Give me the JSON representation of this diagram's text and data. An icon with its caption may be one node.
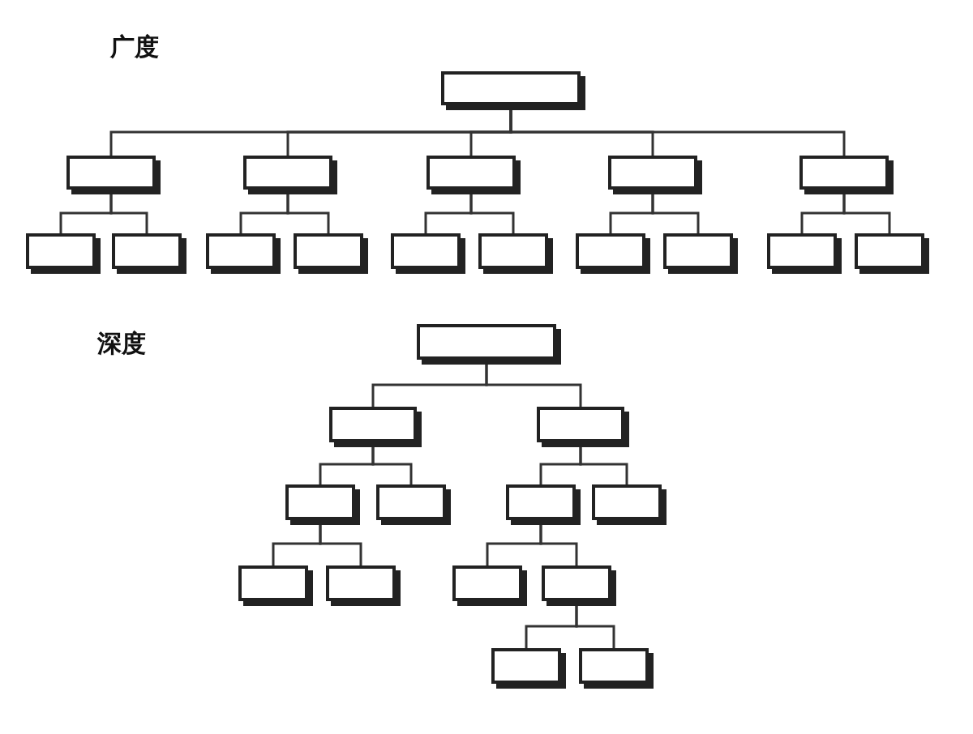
{
  "diagram": {
    "nodes": [
      {
        "text": [],
        "shape": "box"
      },
      {
        "text": [],
        "shape": "box"
      },
      {
        "text": [],
        "shape": "box"
      },
      {
        "text": [],
        "shape": "box"
      },
      {
        "text": [],
        "shape": "box"
      },
      {
        "text": [],
        "shape": "box"
      },
      {
        "text": [],
        "shape": "box"
      },
      {
        "text": [],
        "shape": "box"
      },
      {
        "text": [],
        "shape": "box"
      },
      {
        "text": [],
        "shape": "box"
      },
      {
        "text": [],
        "shape": "box"
      },
      {
        "text": [],
        "shape": "box"
      },
      {
        "text": [],
        "shape": "box"
      },
      {
        "text": [],
        "shape": "box"
      },
      {
        "text": [],
        "shape": "box"
      },
      {
        "text": [],
        "shape": "box"
      },
      {
        "text": [],
        "shape": "box"
      },
      {
        "text": [],
        "shape": "box"
      },
      {
        "text": [],
        "shape": "box"
      },
      {
        "text": [],
        "shape": "box"
      },
      {
        "text": [],
        "shape": "box"
      },
      {
        "text": [],
        "shape": "box"
      },
      {
        "text": [],
        "shape": "box"
      },
      {
        "text": [],
        "shape": "box"
      },
      {
        "text": [],
        "shape": "box"
      },
      {
        "text": [],
        "shape": "box"
      },
      {
        "text": [],
        "shape": "box"
      },
      {
        "text": [],
        "shape": "box"
      },
      {
        "text": [],
        "shape": "box"
      }
    ],
    "edges": [
      {
        "from": 0,
        "to": 1,
        "arrow": "none"
      },
      {
        "from": 0,
        "to": 2,
        "arrow": "none"
      },
      {
        "from": 0,
        "to": 3,
        "arrow": "none"
      },
      {
        "from": 0,
        "to": 4,
        "arrow": "none"
      },
      {
        "from": 0,
        "to": 5,
        "arrow": "none"
      },
      {
        "from": 1,
        "to": 6,
        "arrow": "none"
      },
      {
        "from": 1,
        "to": 7,
        "arrow": "none"
      },
      {
        "from": 2,
        "to": 8,
        "arrow": "none"
      },
      {
        "from": 2,
        "to": 9,
        "arrow": "none"
      },
      {
        "from": 3,
        "to": 10,
        "arrow": "none"
      },
      {
        "from": 3,
        "to": 11,
        "arrow": "none"
      },
      {
        "from": 4,
        "to": 12,
        "arrow": "none"
      },
      {
        "from": 4,
        "to": 13,
        "arrow": "none"
      },
      {
        "from": 5,
        "to": 14,
        "arrow": "none"
      },
      {
        "from": 5,
        "to": 15,
        "arrow": "none"
      },
      {
        "from": 16,
        "to": 17,
        "arrow": "none"
      },
      {
        "from": 16,
        "to": 18,
        "arrow": "none"
      },
      {
        "from": 17,
        "to": 19,
        "arrow": "none"
      },
      {
        "from": 17,
        "to": 20,
        "arrow": "none"
      },
      {
        "from": 18,
        "to": 21,
        "arrow": "none"
      },
      {
        "from": 18,
        "to": 22,
        "arrow": "none"
      },
      {
        "from": 19,
        "to": 23,
        "arrow": "none"
      },
      {
        "from": 19,
        "to": 24,
        "arrow": "none"
      },
      {
        "from": 21,
        "to": 25,
        "arrow": "none"
      },
      {
        "from": 21,
        "to": 26,
        "arrow": "none"
      },
      {
        "from": 26,
        "to": 27,
        "arrow": "none"
      },
      {
        "from": 26,
        "to": 28,
        "arrow": "none"
      }
    ],
    "labels": [
      "广度",
      "深度"
    ]
  }
}
